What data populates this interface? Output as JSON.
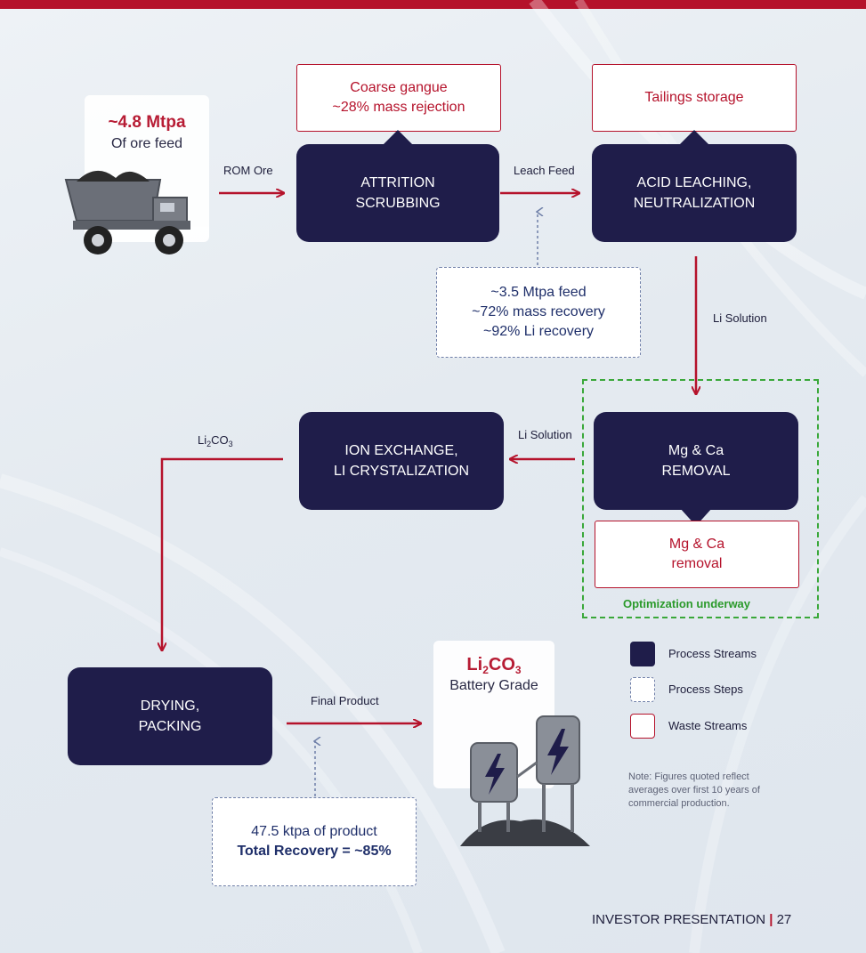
{
  "colors": {
    "brand_red": "#b5122b",
    "process_navy": "#1f1d4a",
    "step_border": "#6f7fa8",
    "optimization_green": "#3aa83a"
  },
  "ore_feed": {
    "amount": "~4.8 Mtpa",
    "label": "Of ore feed",
    "icon": "mining-truck-icon"
  },
  "arrows": {
    "rom_ore": "ROM Ore",
    "leach_feed": "Leach Feed",
    "li_solution_down": "Li Solution",
    "li_solution_left": "Li Solution",
    "li2co3_prefix": "Li",
    "li2co3_sub1": "2",
    "li2co3_mid": "CO",
    "li2co3_sub2": "3",
    "final_product": "Final Product"
  },
  "process": {
    "attrition_1": "ATTRITION",
    "attrition_2": "SCRUBBING",
    "acid_1": "ACID LEACHING,",
    "acid_2": "NEUTRALIZATION",
    "ion_1": "ION EXCHANGE,",
    "ion_2": "LI CRYSTALIZATION",
    "mgca_1": "Mg & Ca",
    "mgca_2": "REMOVAL",
    "drying_1": "DRYING,",
    "drying_2": "PACKING"
  },
  "waste": {
    "coarse_1": "Coarse gangue",
    "coarse_2": "~28% mass rejection",
    "tailings": "Tailings storage",
    "mgca_1": "Mg & Ca",
    "mgca_2": "removal"
  },
  "steps": {
    "feed_1": "~3.5 Mtpa feed",
    "feed_2": "~72% mass recovery",
    "feed_3": "~92% Li recovery",
    "product_1": "47.5 ktpa of product",
    "product_2": "Total Recovery = ~85%"
  },
  "optimization": "Optimization underway",
  "product": {
    "li": "Li",
    "sub1": "2",
    "co": "CO",
    "sub2": "3",
    "grade": "Battery Grade",
    "icon": "battery-silos-icon"
  },
  "legend": {
    "process_streams": "Process Streams",
    "process_steps": "Process Steps",
    "waste_streams": "Waste Streams"
  },
  "note": {
    "line1": "Note: Figures quoted reflect",
    "line2": "averages over first 10 years of",
    "line3": "commercial production."
  },
  "footer": {
    "label": "INVESTOR PRESENTATION",
    "separator": "|",
    "page": "27"
  }
}
